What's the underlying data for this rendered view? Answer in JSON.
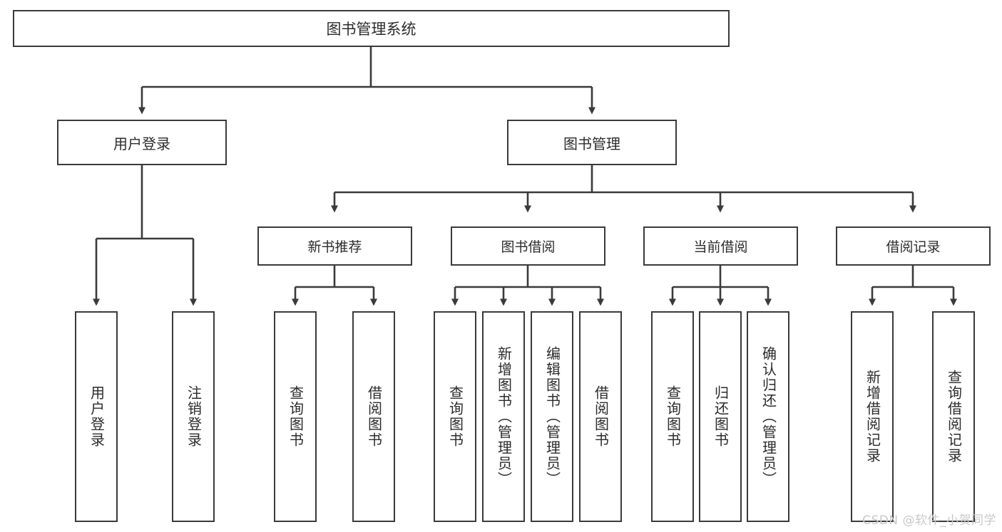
{
  "diagram": {
    "title": "图书管理系统",
    "type": "hierarchy-tree",
    "colors": {
      "box_border": "#3a3a3a",
      "box_fill": "#ffffff",
      "connector": "#3a3a3a",
      "text": "#2b2b2b",
      "watermark": "#c9c9c9",
      "background": "#ffffff"
    },
    "root": {
      "label": "图书管理系统"
    },
    "level1": [
      {
        "label": "用户登录"
      },
      {
        "label": "图书管理"
      }
    ],
    "level2": [
      {
        "label": "新书推荐"
      },
      {
        "label": "图书借阅"
      },
      {
        "label": "当前借阅"
      },
      {
        "label": "借阅记录"
      }
    ],
    "leaves": {
      "user_login": [
        {
          "label": "用户登录"
        },
        {
          "label": "注销登录"
        }
      ],
      "new_book_recommend": [
        {
          "label": "查询图书"
        },
        {
          "label": "借阅图书"
        }
      ],
      "book_borrow": [
        {
          "label": "查询图书"
        },
        {
          "label": "新增图书（管理员）"
        },
        {
          "label": "编辑图书（管理员）"
        },
        {
          "label": "借阅图书"
        }
      ],
      "current_borrow": [
        {
          "label": "查询图书"
        },
        {
          "label": "归还图书"
        },
        {
          "label": "确认归还（管理员）"
        }
      ],
      "borrow_record": [
        {
          "label": "新增借阅记录"
        },
        {
          "label": "查询借阅记录"
        }
      ]
    },
    "watermark": "CSDN @软件_小贺同学"
  }
}
